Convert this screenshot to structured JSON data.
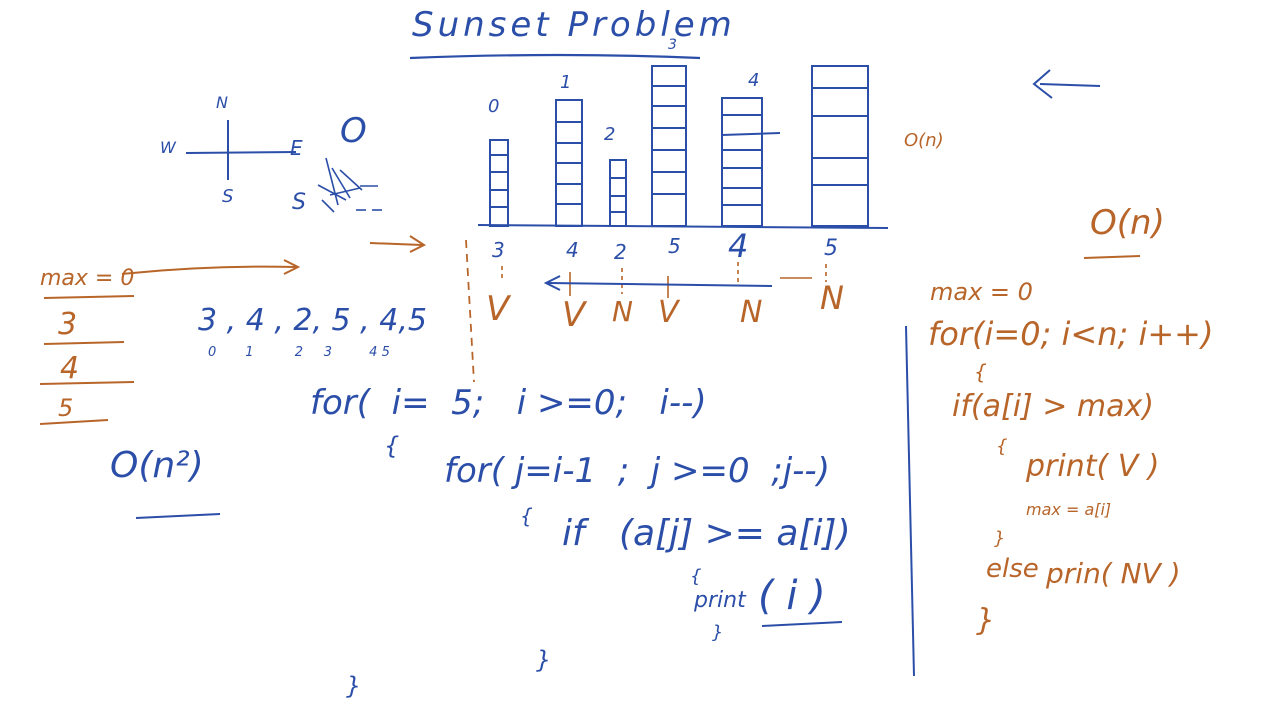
{
  "title": "Sunset Problem",
  "colors": {
    "blue_ink": "#2b4ea8",
    "orange_ink": "#b8652a",
    "background": "#ffffff"
  },
  "compass": {
    "north": "N",
    "west": "W",
    "east": "E",
    "south": "S",
    "sun_label": "S",
    "zero_mark": "O"
  },
  "buildings": {
    "index_labels": [
      "0",
      "1",
      "2",
      "3",
      "4"
    ],
    "height_labels": [
      "3",
      "4",
      "2",
      "5",
      "4",
      "5"
    ],
    "verdicts": [
      "V",
      "V",
      "N",
      "V",
      "N",
      "N"
    ]
  },
  "bruteforce": {
    "array_values": "3 , 4 , 2,  5 , 4,5",
    "array_indices": "0       1          2     3         4 5",
    "outer_loop": "for(  i=  5;   i >=0;   i--)",
    "open_brace_1": "{",
    "inner_loop": "for( j=i-1  ;  j >=0  ;j--)",
    "open_brace_2": "{",
    "if_line": "if   (a[j] >= a[i])",
    "open_brace_3": "{",
    "print_word": "print",
    "print_arg": "( i )",
    "close_brace_3": "}",
    "close_brace_2": "}",
    "close_brace_1": "}",
    "complexity": "O(n²)"
  },
  "max_trace": {
    "init": "max = 0",
    "values": [
      "3",
      "4",
      "5"
    ]
  },
  "optimal": {
    "complexity_top": "O(n)",
    "complexity_main": "O(n)",
    "init": "max = 0",
    "loop": "for(i=0; i<n; i++)",
    "brace_open": "{",
    "if_line": "if(a[i] > max)",
    "brace_inner_open": "{",
    "print_v": "print( V )",
    "assign": "max = a[i]",
    "brace_inner_close": "}",
    "else_word": "else",
    "print_nv": "prin( NV )",
    "brace_close": "}"
  }
}
